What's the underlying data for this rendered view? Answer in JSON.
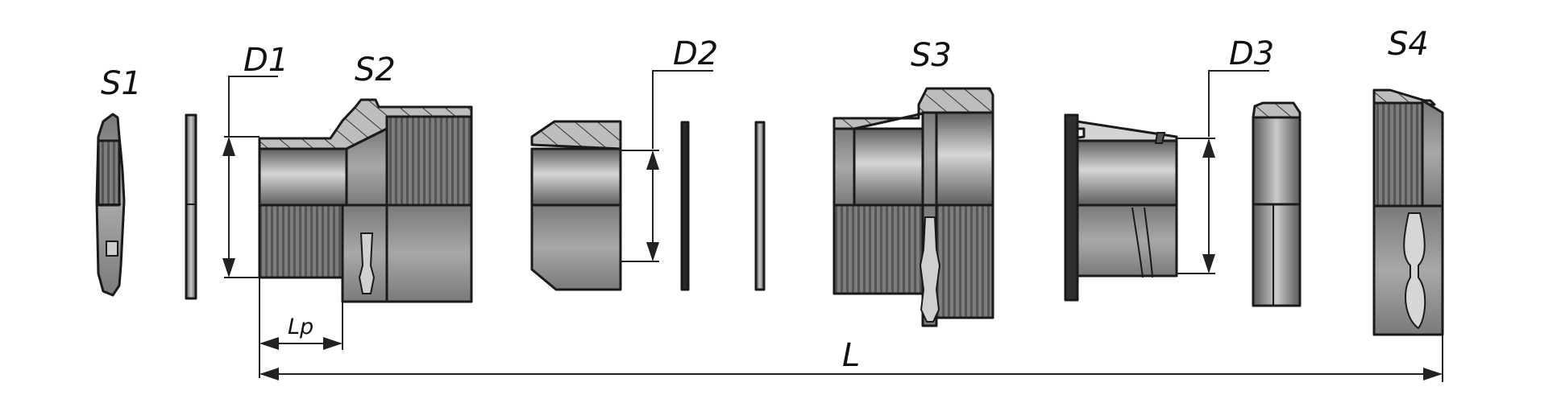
{
  "labels": {
    "s1": "S1",
    "d1": "D1",
    "s2": "S2",
    "d2": "D2",
    "s3": "S3",
    "d3": "D3",
    "s4": "S4",
    "lp": "Lp",
    "l": "L"
  },
  "colors": {
    "metal_dark": "#6a6a6a",
    "metal_mid": "#8d8d8d",
    "metal_light": "#bdbdbd",
    "outline": "#1a1a1a",
    "background": "#ffffff"
  }
}
